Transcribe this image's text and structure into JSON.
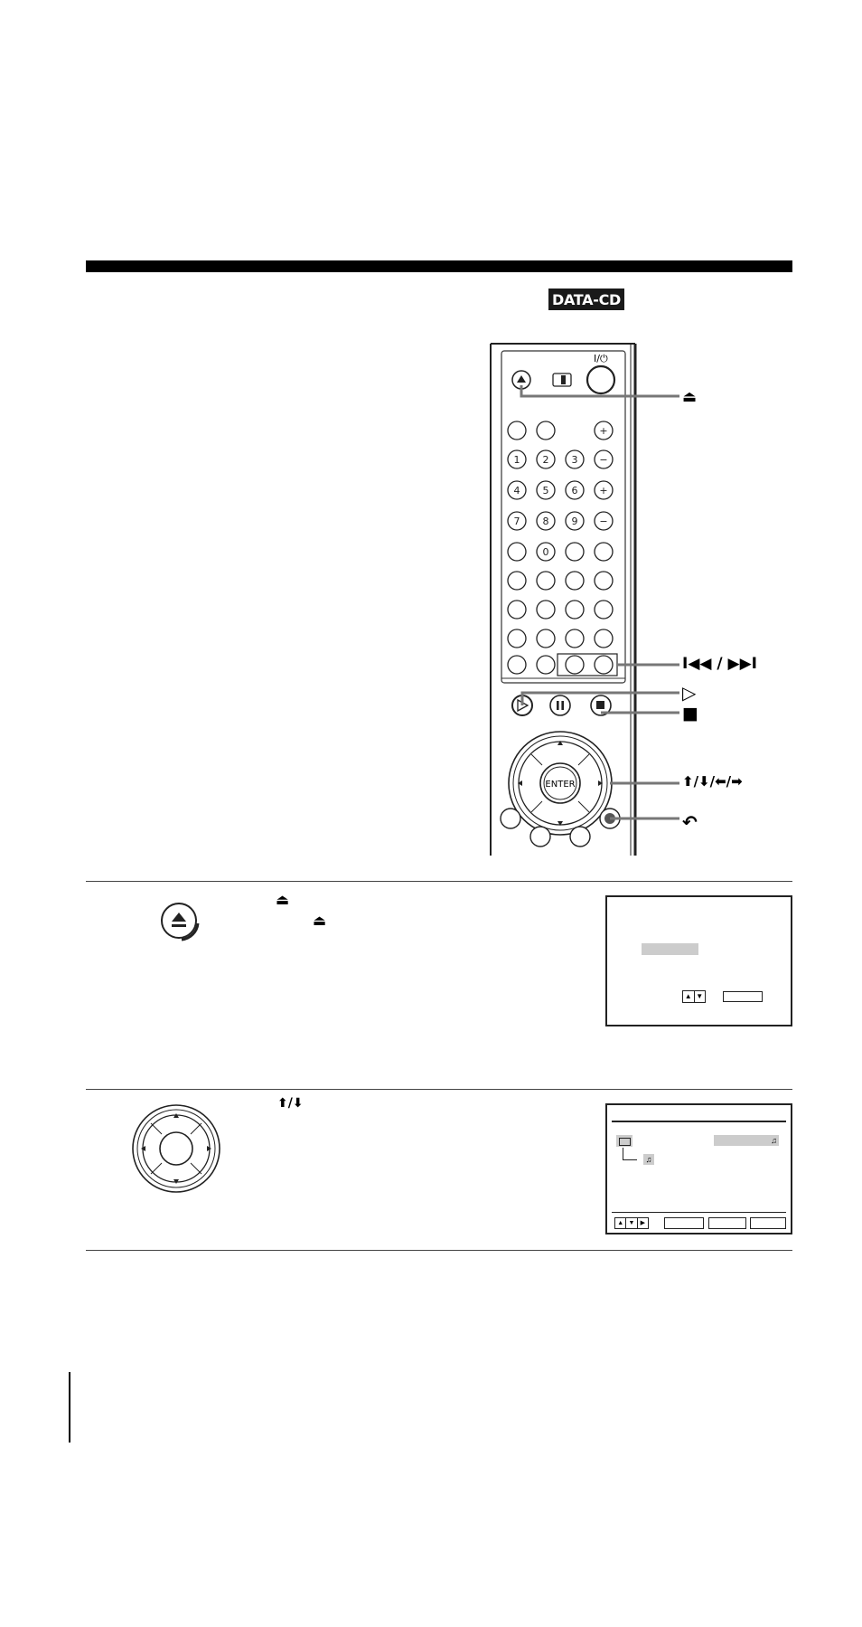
{
  "header": {
    "badge": "DATA-CD"
  },
  "remote": {
    "power_label": "I/⏻",
    "keypad": [
      "1",
      "2",
      "3",
      "4",
      "5",
      "6",
      "7",
      "8",
      "9",
      "0"
    ],
    "enter_label": "ENTER"
  },
  "callouts": {
    "eject": "⏏",
    "skip": "I◀◀ / ▶▶I",
    "play": "▷",
    "stop": "■",
    "arrows": "⬆/⬇/⬅/➡",
    "return": "↶"
  },
  "step1": {
    "symbol_1": "⏏",
    "symbol_2": "⏏"
  },
  "step2": {
    "symbol": "⬆/⬇"
  }
}
